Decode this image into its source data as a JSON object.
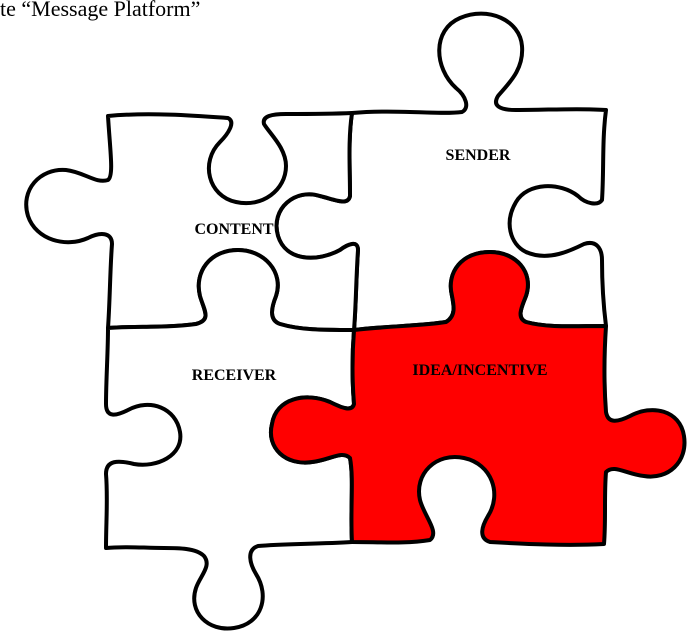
{
  "title": "te “Message Platform”",
  "pieces": {
    "sender": {
      "label": "SENDER",
      "fill": "#ffffff"
    },
    "content": {
      "label": "CONTENT",
      "fill": "#ffffff"
    },
    "receiver": {
      "label": "RECEIVER",
      "fill": "#ffffff"
    },
    "idea_incentive": {
      "label": "IDEA/INCENTIVE",
      "fill": "#ff0000"
    }
  }
}
